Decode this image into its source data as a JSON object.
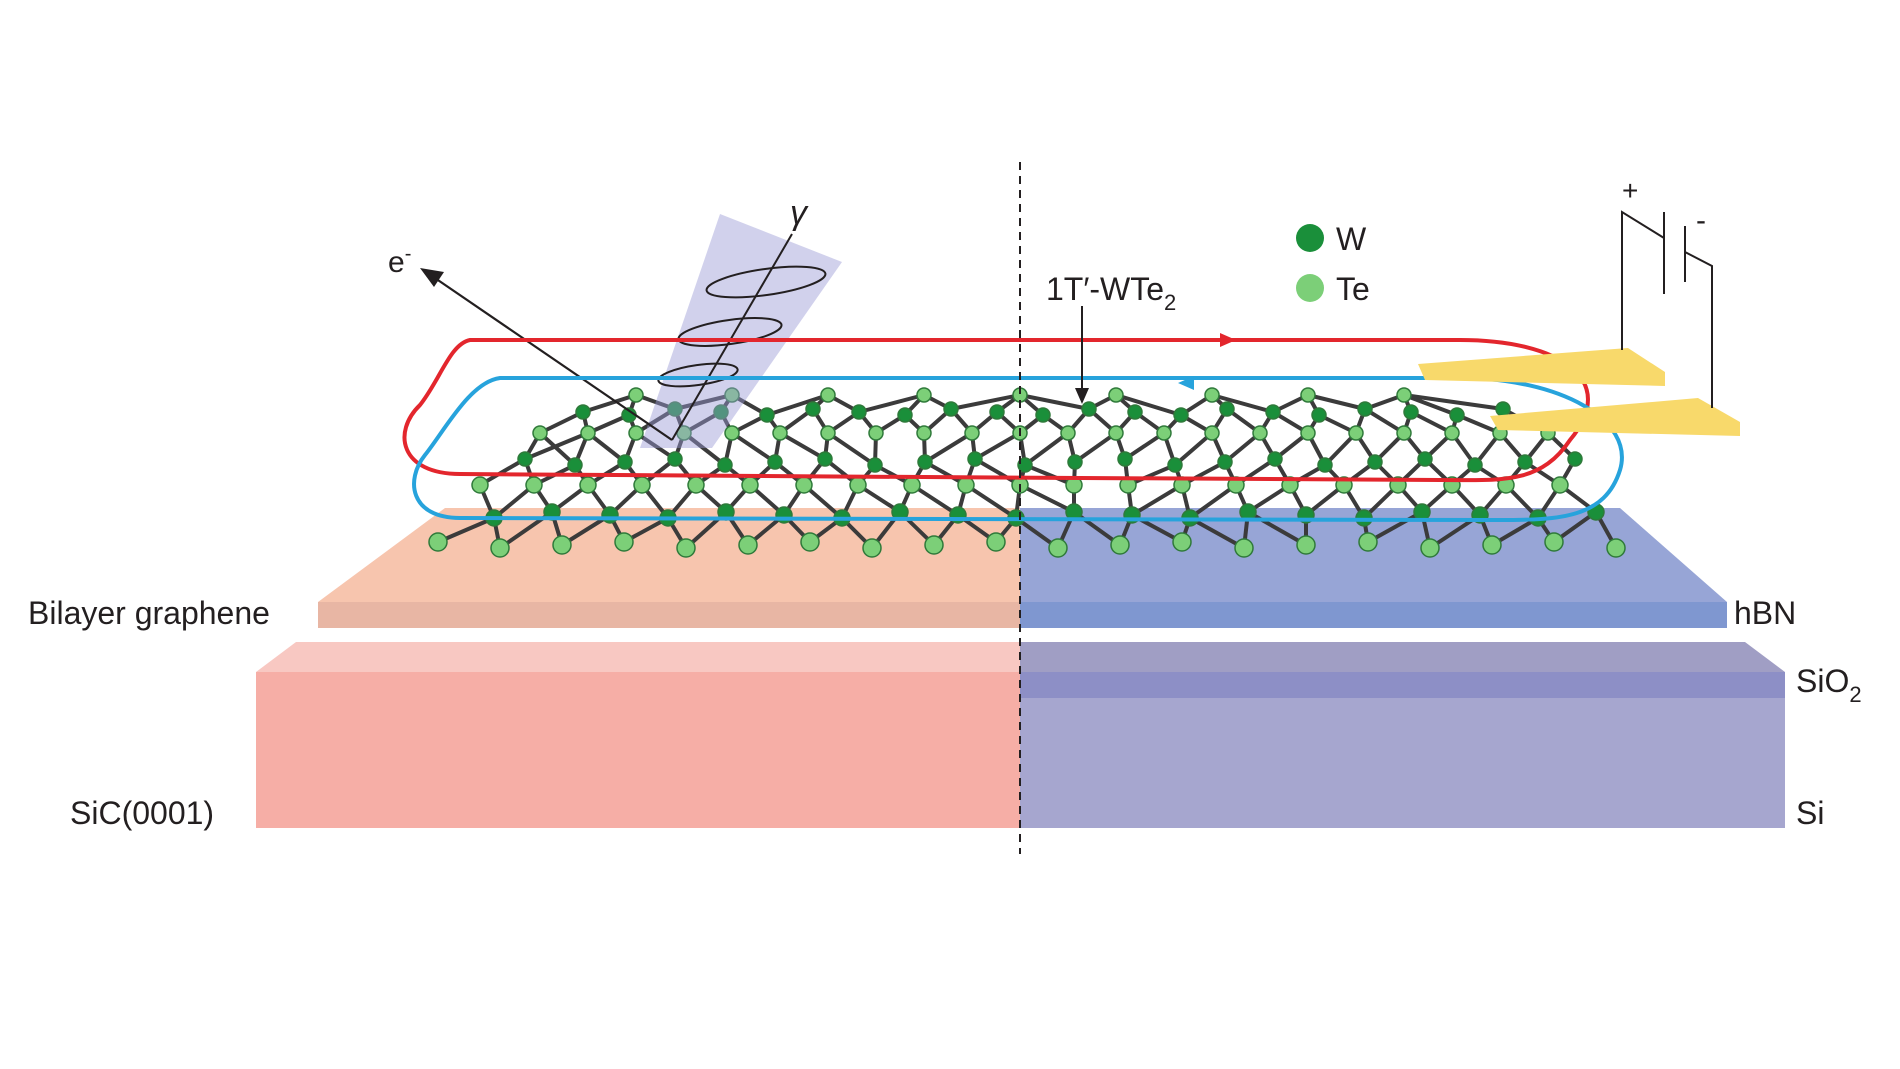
{
  "labels": {
    "electron": "e",
    "electron_sup": "-",
    "photon": "γ",
    "material_prefix": "1T′-WTe",
    "material_sub": "2",
    "legend_w": "W",
    "legend_te": "Te",
    "plus": "+",
    "minus": "-",
    "bilayer_graphene": "Bilayer graphene",
    "hbn": "hBN",
    "sio2_prefix": "SiO",
    "sio2_sub": "2",
    "sic": "SiC(0001)",
    "si": "Si"
  },
  "colors": {
    "w_atom": "#1a8f3a",
    "te_atom": "#7ccf78",
    "bond": "#3b3b3b",
    "edge_red": "#e3262d",
    "edge_blue": "#27a3dc",
    "contact": "#f8d96b",
    "beam": "#9a9ad4",
    "sic": "#f6aea6",
    "graphene": "#f6c1aa",
    "si": "#a6a6cf",
    "sio2": "#8f8fc8",
    "hbn": "#93a5d8"
  }
}
